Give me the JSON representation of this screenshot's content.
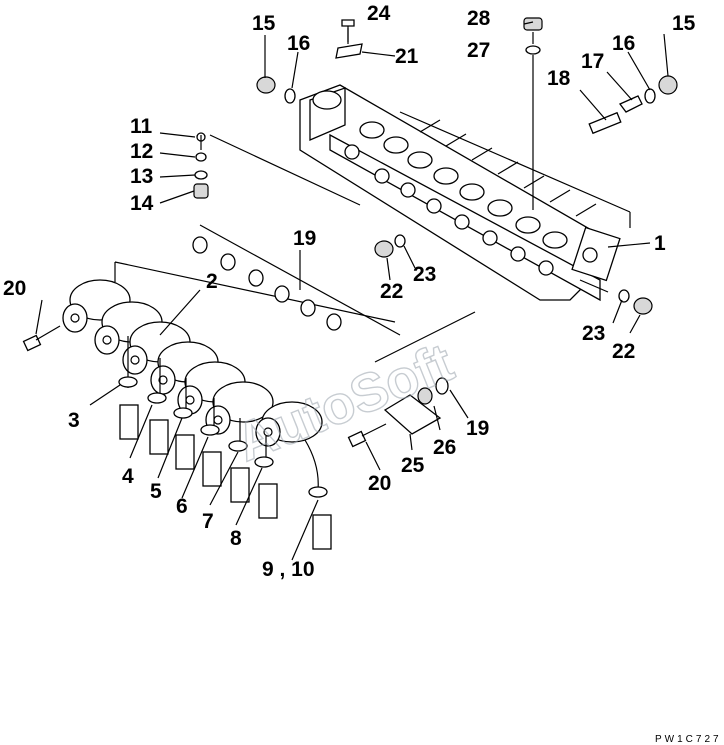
{
  "callouts": {
    "c1": "1",
    "c2": "2",
    "c3": "3",
    "c4": "4",
    "c5": "5",
    "c6": "6",
    "c7": "7",
    "c8": "8",
    "c9_10": "9 , 10",
    "c11": "11",
    "c12": "12",
    "c13": "13",
    "c14": "14",
    "c15a": "15",
    "c15b": "15",
    "c16a": "16",
    "c16b": "16",
    "c17": "17",
    "c18": "18",
    "c19a": "19",
    "c19b": "19",
    "c20a": "20",
    "c20b": "20",
    "c21": "21",
    "c22a": "22",
    "c22b": "22",
    "c23a": "23",
    "c23b": "23",
    "c24": "24",
    "c25": "25",
    "c26": "26",
    "c27": "27",
    "c28": "28"
  },
  "watermark": "AutoSoft",
  "drawing_code": "PW1C727"
}
